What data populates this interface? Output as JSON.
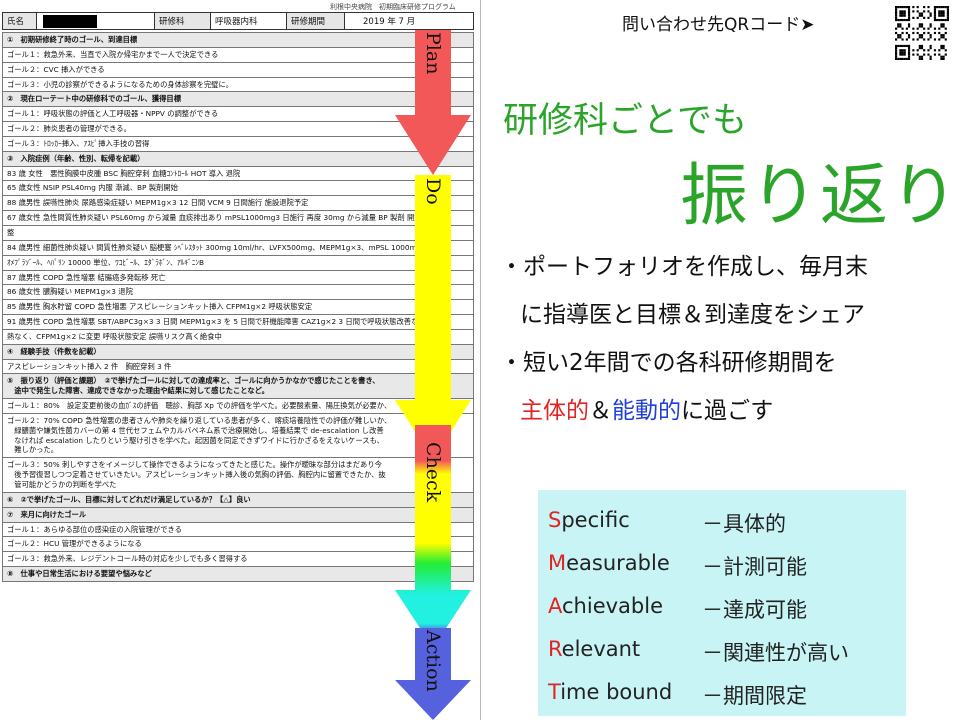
{
  "document": {
    "hospital": "利根中央病院　初期臨床研修プログラム",
    "header": {
      "name_label": "氏名",
      "dept_label": "研修科",
      "dept_value": "呼吸器内科",
      "period_label": "研修期間",
      "period_value": "2019 年 7 月"
    },
    "rows": [
      {
        "type": "sec",
        "text": "①　初期研修終了時のゴール、到達目標"
      },
      {
        "type": "row",
        "text": "ゴール１：救急外来、当直で入院か帰宅かまで一人で決定できる"
      },
      {
        "type": "row",
        "text": "ゴール２：CVC 挿入ができる"
      },
      {
        "type": "row",
        "text": "ゴール３：小児の診察ができるようになるための身体診察を完璧に。"
      },
      {
        "type": "sec",
        "text": "②　現在ローテート中の研修科でのゴール、獲得目標"
      },
      {
        "type": "row",
        "text": "ゴール１：呼吸状態の評価と人工呼吸器・NPPV の調整ができる"
      },
      {
        "type": "row",
        "text": "ゴール２：肺炎患者の管理ができる。"
      },
      {
        "type": "row",
        "text": "ゴール３：ﾄﾛｯｶｰ挿入、ｱｽﾋﾟ挿入手技の習得"
      },
      {
        "type": "sec",
        "text": "③　入院症例（年齢、性別、転帰を記載）"
      },
      {
        "type": "row",
        "text": "83 歳 女性　悪性胸膜中皮腫 BSC 胸腔穿刺 血糖ｺﾝﾄﾛｰﾙ HOT 導入 退院"
      },
      {
        "type": "row",
        "text": "65 歳女性 NSIP PSL40mg 内服 漸減、BP 製剤開始"
      },
      {
        "type": "row",
        "text": "88 歳男性 誤嚥性肺炎 尿路感染症疑い MEPM1g×3 12 日間 VCM 9 日間施行 施設退院予定"
      },
      {
        "type": "row",
        "text": "67 歳女性 急性間質性肺炎疑い PSL60mg から減量 血痰排出あり mPSL1000mg3 日施行 再度 30mg から減量 BP 製剤 開始 退院調"
      },
      {
        "type": "row",
        "text": "整"
      },
      {
        "type": "row",
        "text": "84 歳男性 細菌性肺炎疑い 間質性肺炎疑い 脳梗塞 ｼﾍﾞﾚｽﾀｯﾄ 300mg 10ml/hr、LVFX500mg、MEPM1g×3、mPSL 1000mg×3、"
      },
      {
        "type": "row",
        "text": "ｵﾒﾌﾟﾗｿﾞｰﾙ、ﾍﾊﾟﾘﾝ 10000 単位、ﾜｺﾋﾞｰﾙ、ｴﾀﾞﾗﾎﾞﾝ、ｱﾙｷﾞﾆﾝB"
      },
      {
        "type": "row",
        "text": "87 歳男性 COPD 急性増悪 結腸癌多発転移 死亡"
      },
      {
        "type": "row",
        "text": "86 歳女性 膿胸疑い MEPM1g×3 退院"
      },
      {
        "type": "row",
        "text": "85 歳男性 胸水貯留 COPD 急性増悪 アスピレーションキット挿入 CFPM1g×2 呼吸状態安定"
      },
      {
        "type": "row",
        "text": "91 歳男性 COPD 急性増悪 SBT/ABPC3g×3 3 日間 MEPM1g×3 を 5 日間で肝機能障害 CAZ1g×2 3 日間で呼吸状態改善なく解"
      },
      {
        "type": "row",
        "text": "熱なく、CFPM1g×2 に変更 呼吸状態安定 誤嚥リスク高く絶食中"
      },
      {
        "type": "sec",
        "text": "④　経験手技（件数を記載）"
      },
      {
        "type": "row",
        "text": "アスピレーションキット挿入 2 件　胸腔穿刺 3 件"
      },
      {
        "type": "secwrap",
        "lines": [
          "⑤　振り返り（評価と課題）　②で挙げたゴールに対しての達成率と、ゴールに向かうかなかで感じたことを書き、",
          "　途中で発生した障害、達成できなかった理由や結果に対して感じたことなど。"
        ]
      },
      {
        "type": "wrap",
        "lines": [
          "ゴール１：80%　設定変更前後の血ｶﾞｽの評価　聴診、胸部 Xp での評価を学べた。必要酸素量、陽圧換気が必要か、"
        ]
      },
      {
        "type": "wrap",
        "lines": [
          "ゴール２：70% COPD 急性増悪の患者さんや肺炎を繰り返している患者が多く、喀痰培養陰性での評価が難しいか、",
          "　緑膿菌や嫌気性菌カバーの第 4 世代セフェムやカルバペネム系で治療開始し、培養結果で de-escalation し改善",
          "　なければ escalation したりという駆け引きを学べた。起因菌を同定できずワイドに行かざるをえないケースも、",
          "　難しかった。"
        ]
      },
      {
        "type": "wrap",
        "lines": [
          "ゴール３：50% 刺しやすさをイメージして操作できるようになってきたと感じた。操作が曖昧な部分はまだあり今",
          "　後予習復習しつつ定着させていきたい。アスピレーションキット挿入後の気胸の評価、胸腔内に留置できたか、抜",
          "　管可能かどうかの判断を学べた"
        ]
      },
      {
        "type": "sec",
        "text": "⑥　②で挙げたゴール、目標に対してどれだけ満足しているか？【△】良い"
      },
      {
        "type": "sec",
        "text": "⑦　来月に向けたゴール"
      },
      {
        "type": "row",
        "text": "ゴール１：あらゆる部位の感染症の入院管理ができる"
      },
      {
        "type": "row",
        "text": "ゴール２：HCU 管理ができるようになる"
      },
      {
        "type": "row",
        "text": "ゴール３：救急外来、レジデントコール時の対応を少しでも多く習得する"
      },
      {
        "type": "sec",
        "text": "⑧　仕事や日常生活における要望や悩みなど"
      }
    ]
  },
  "arrow": {
    "labels": [
      "Plan",
      "Do",
      "Check",
      "Action"
    ],
    "colors": [
      "#f35858",
      "#ffff00",
      "#22ee33",
      "#22f0e0",
      "#5561dd"
    ]
  },
  "right": {
    "qr_text": "問い合わせ先QRコード➤",
    "headline1": "研修科ごとでも",
    "headline2": "振り返り",
    "bullet1_a": "・ポートフォリオを作成し、毎月末",
    "bullet1_b": "に指導医と目標＆到達度をシェア",
    "bullet2_a": "・短い2年間での各科研修期間を",
    "bullet2_b_red": "主体的",
    "bullet2_b_amp": "＆",
    "bullet2_b_blue": "能動的",
    "bullet2_b_rest": "に過ごす"
  },
  "smart": [
    {
      "first": "S",
      "rest": "pecific",
      "jp": "－具体的"
    },
    {
      "first": "M",
      "rest": "easurable",
      "jp": "－計測可能"
    },
    {
      "first": "A",
      "rest": "chievable",
      "jp": "－達成可能"
    },
    {
      "first": "R",
      "rest": "elevant",
      "jp": "－関連性が高い"
    },
    {
      "first": "T",
      "rest": "ime bound",
      "jp": "－期間限定"
    }
  ]
}
